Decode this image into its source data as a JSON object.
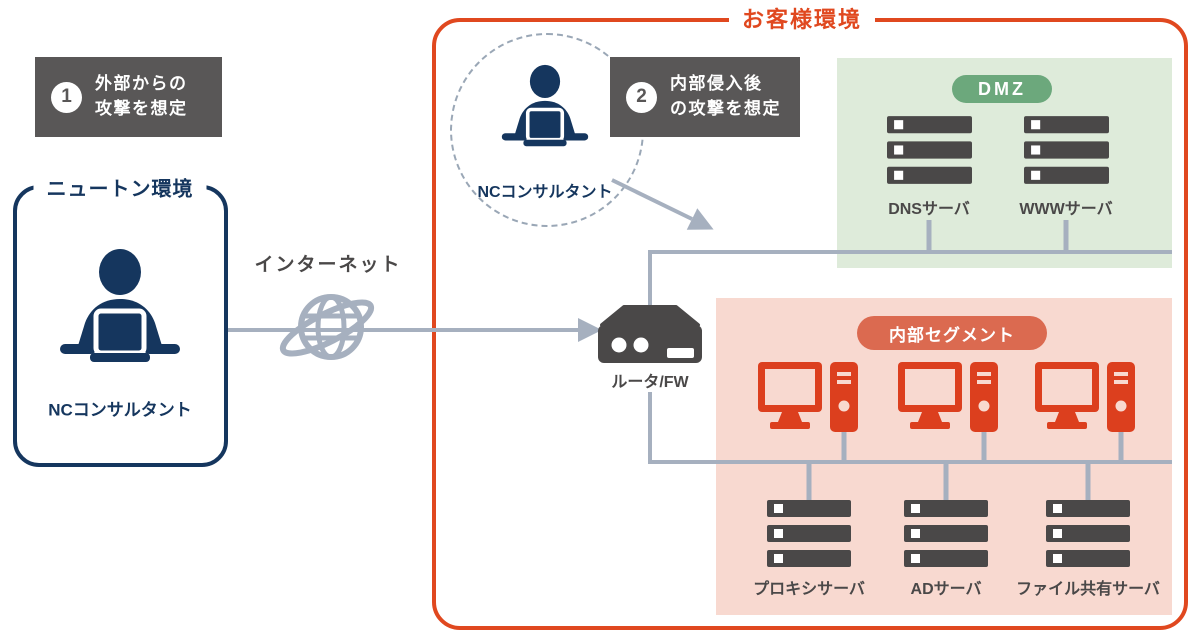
{
  "colors": {
    "navy": "#15365E",
    "orange": "#E0481F",
    "badge-bg": "#595757",
    "server-gray": "#4A4848",
    "line-gray": "#A6B0BF",
    "dmz-bg": "#DEEBDA",
    "dmz-pill": "#6CA87C",
    "internal-bg": "#F8D9D0",
    "internal-pill": "#DB6A50",
    "pc-red": "#DC3F1E",
    "text-gray": "#4A4848"
  },
  "steps": [
    {
      "number": "1",
      "text": "外部からの\n攻撃を想定"
    },
    {
      "number": "2",
      "text": "内部侵入後\nの攻撃を想定"
    }
  ],
  "newton": {
    "title": "ニュートン環境",
    "consultant": "NCコンサルタント"
  },
  "internet": {
    "label": "インターネット"
  },
  "customer": {
    "title": "お客様環境",
    "consultant": "NCコンサルタント",
    "router": "ルータ/FW",
    "dmz": {
      "label": "DMZ",
      "servers": [
        "DNSサーバ",
        "WWWサーバ"
      ]
    },
    "internal": {
      "label": "内部セグメント",
      "servers": [
        "プロキシサーバ",
        "ADサーバ",
        "ファイル共有サーバ"
      ]
    }
  }
}
